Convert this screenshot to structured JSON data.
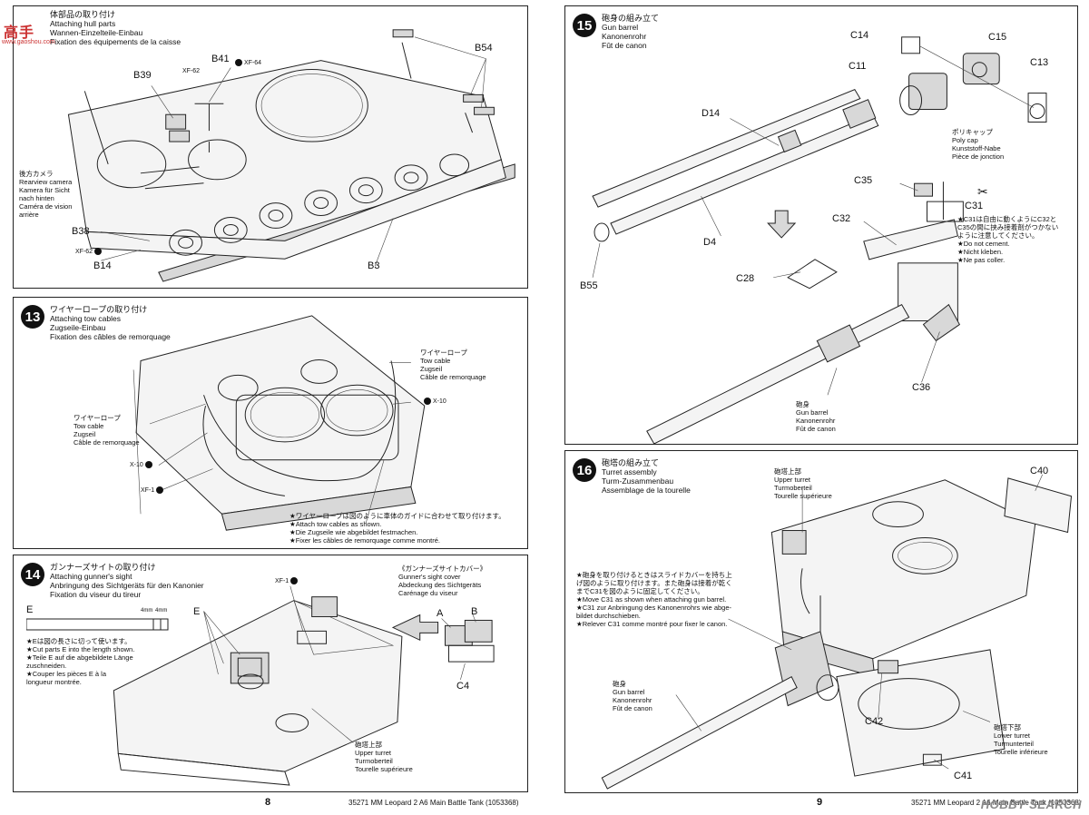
{
  "watermark": {
    "logo_text": "高手",
    "url": "www.gaoshou.com"
  },
  "page_left": {
    "number": "8",
    "footer": "35271  MM Leopard 2 A6 Main Battle Tank (1053368)",
    "step12": {
      "titles": [
        "体部品の取り付け",
        "Attaching hull parts",
        "Wannen-Einzelteile-Einbau",
        "Fixation des équipements de la caisse"
      ],
      "labels": {
        "b54": "B54",
        "b41": "B41",
        "b39": "B39",
        "b38": "B38",
        "b14": "B14",
        "b3": "B3"
      },
      "paints": {
        "xf64": "XF-64",
        "xf62a": "XF-62",
        "xf62b": "XF-62"
      },
      "camera_note": [
        "後方カメラ",
        "Rearview camera",
        "Kamera für Sicht",
        "nach hinten",
        "Caméra de vision",
        "arrière"
      ]
    },
    "step13": {
      "number": "13",
      "titles": [
        "ワイヤーロープの取り付け",
        "Attaching tow cables",
        "Zugseile-Einbau",
        "Fixation des câbles de remorquage"
      ],
      "tow_right": [
        "ワイヤーロープ",
        "Tow cable",
        "Zugseil",
        "Câble de remorquage"
      ],
      "tow_left": [
        "ワイヤーロープ",
        "Tow cable",
        "Zugseil",
        "Câble de remorquage"
      ],
      "paints": {
        "x10a": "X-10",
        "x10b": "X-10",
        "xf1": "XF-1"
      },
      "note": [
        "★ワイヤーロープは図のように車体のガイドに合わせて取り付けます。",
        "★Attach tow cables as shown.",
        "★Die Zugseile wie abgebildet festmachen.",
        "★Fixer les câbles de remorquage comme montré."
      ]
    },
    "step14": {
      "number": "14",
      "titles": [
        "ガンナーズサイトの取り付け",
        "Attaching gunner's sight",
        "Anbringung des Sichtgeräts für den Kanonier",
        "Fixation du viseur du tireur"
      ],
      "cover_titles": [
        "《ガンナーズサイトカバー》",
        "Gunner's sight cover",
        "Abdeckung des Sichtgeräts",
        "Carénage du viseur"
      ],
      "e_label": "E",
      "e_parts": "E",
      "mm1": "4mm",
      "mm2": "4mm",
      "e_note": [
        "★Eは図の長さに切って使います。",
        "★Cut parts E into the length shown.",
        "★Teile E auf die abgebildete Länge",
        "zuschneiden.",
        "★Couper les pièces E à la",
        "longueur montrée."
      ],
      "paint": "XF-1",
      "a": "A",
      "b": "B",
      "c4": "C4",
      "upper_turret": [
        "砲塔上部",
        "Upper turret",
        "Turmoberteil",
        "Tourelle supérieure"
      ]
    }
  },
  "page_right": {
    "number": "9",
    "footer": "35271  MM Leopard 2 A6 Main Battle Tank (1053368)",
    "hobby_mark": "HOBBY SEARCH",
    "step15": {
      "number": "15",
      "titles": [
        "砲身の組み立て",
        "Gun barrel",
        "Kanonenrohr",
        "Fût de canon"
      ],
      "labels": {
        "c14": "C14",
        "c15": "C15",
        "c11": "C11",
        "c13": "C13",
        "d14": "D14",
        "d4": "D4",
        "c35": "C35",
        "c31": "C31",
        "c32": "C32",
        "c28": "C28",
        "b55": "B55",
        "c36": "C36"
      },
      "polycap": [
        "ポリキャップ",
        "Poly cap",
        "Kunststoff-Nabe",
        "Pièce de jonction"
      ],
      "c31_note": [
        "★C31は自由に動くようにC32と",
        "C35の間に挟み接着剤がつかない",
        "ように注意してください。",
        "★Do not cement.",
        "★Nicht kleben.",
        "★Ne pas coller."
      ],
      "barrel": [
        "砲身",
        "Gun barrel",
        "Kanonenrohr",
        "Fût de canon"
      ]
    },
    "step16": {
      "number": "16",
      "titles": [
        "砲塔の組み立て",
        "Turret assembly",
        "Turm-Zusammenbau",
        "Assemblage de la tourelle"
      ],
      "labels": {
        "c40": "C40",
        "c42": "C42",
        "c41": "C41"
      },
      "upper_turret": [
        "砲塔上部",
        "Upper turret",
        "Turmoberteil",
        "Tourelle supérieure"
      ],
      "lower_turret": [
        "砲塔下部",
        "Lower turret",
        "Turmunterteil",
        "Tourelle inférieure"
      ],
      "barrel": [
        "砲身",
        "Gun barrel",
        "Kanonenrohr",
        "Fût de canon"
      ],
      "slide_note": [
        "★砲身を取り付けるときはスライドカバーを持ち上",
        "げ図のように取り付けます。また砲身は接着が乾く",
        "までC31を図のように固定してください。",
        "★Move C31 as shown when attaching gun barrel.",
        "★C31 zur Anbringung des Kanonenrohrs wie abge-",
        "bildet durchschieben.",
        "★Relever C31 comme montré pour fixer le canon."
      ]
    }
  }
}
